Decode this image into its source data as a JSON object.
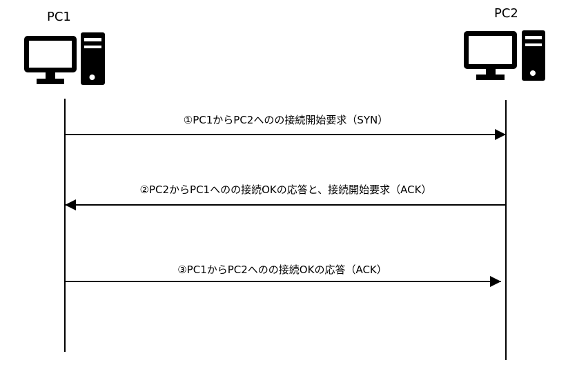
{
  "nodes": {
    "pc1": {
      "label": "PC1",
      "icon": "computer-icon"
    },
    "pc2": {
      "label": "PC2",
      "icon": "computer-icon"
    }
  },
  "messages": [
    {
      "text": "①PC1からPC2へのの接続開始要求（SYN）",
      "from": "pc1",
      "to": "pc2"
    },
    {
      "text": "②PC2からPC1へのの接続OKの応答と、接続開始要求（ACK）",
      "from": "pc2",
      "to": "pc1"
    },
    {
      "text": "③PC1からPC2へのの接続OKの応答（ACK）",
      "from": "pc1",
      "to": "pc2"
    }
  ]
}
